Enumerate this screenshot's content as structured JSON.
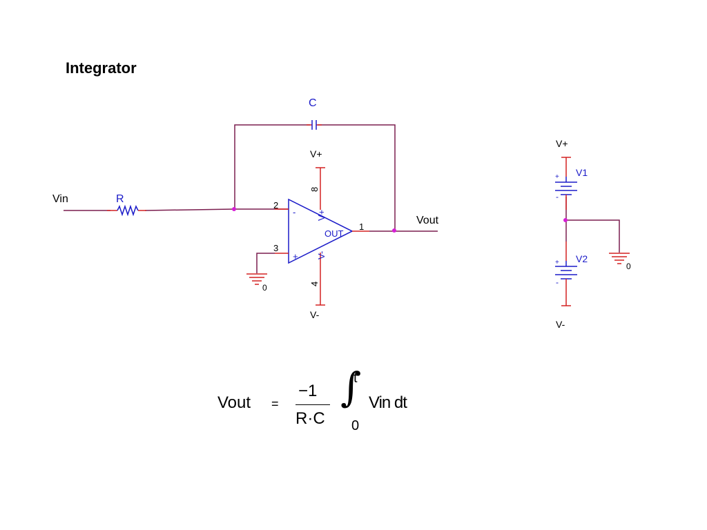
{
  "title": "Integrator",
  "colors": {
    "wire": "#7a1d4e",
    "pin": "#d32020",
    "component": "#1a1ac8",
    "node": "#d61ed6",
    "text": "#000000"
  },
  "schematic": {
    "capacitor_ref": "C",
    "resistor_ref": "R",
    "input_net": "Vin",
    "output_net": "Vout",
    "opamp": {
      "pin_inv": "2",
      "pin_noninv": "3",
      "pin_out": "1",
      "pin_vplus": "8",
      "pin_vminus": "4",
      "minus_sign": "-",
      "plus_sign": "+",
      "out_label": "OUT",
      "vplus_label": "V+",
      "vminus_label": "V-"
    },
    "ground_label": "0",
    "supply_vplus": "V+",
    "supply_vminus": "V-",
    "power": {
      "v1_ref": "V1",
      "v2_ref": "V2",
      "v_plus": "V+",
      "v_minus": "V-",
      "ground_label": "0",
      "plus_mark": "+",
      "minus_mark": "-"
    }
  },
  "formula": {
    "lhs": "Vout",
    "equals": "=",
    "numerator": "−1",
    "denominator": "R·C",
    "upper_limit": "t",
    "lower_limit": "0",
    "integral": "∫",
    "integrand": "Vin dt"
  }
}
